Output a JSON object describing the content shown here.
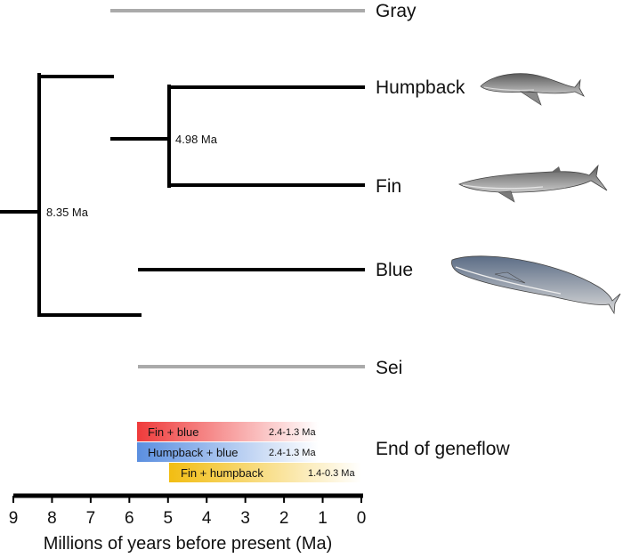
{
  "tree": {
    "species": [
      {
        "id": "gray",
        "label": "Gray",
        "color": "#aaaaaa"
      },
      {
        "id": "humpback",
        "label": "Humpback",
        "color": "#000000"
      },
      {
        "id": "fin",
        "label": "Fin",
        "color": "#000000"
      },
      {
        "id": "blue",
        "label": "Blue",
        "color": "#000000"
      },
      {
        "id": "sei",
        "label": "Sei",
        "color": "#aaaaaa"
      }
    ],
    "nodes": {
      "root": {
        "age_ma": 8.35,
        "label": "8.35 Ma"
      },
      "gray_hf": {
        "age_ma": 6.5
      },
      "humpback_fin": {
        "age_ma": 4.98,
        "label": "4.98 Ma"
      },
      "blue_sei": {
        "age_ma": 5.7
      }
    }
  },
  "geneflow": {
    "title": "End of geneflow",
    "bars": [
      {
        "label": "Fin + blue",
        "range": "2.4-1.3 Ma",
        "color": "#ef4444"
      },
      {
        "label": "Humpback + blue",
        "range": "2.4-1.3 Ma",
        "color": "#5b8fd9"
      },
      {
        "label": "Fin + humpback",
        "range": "1.4-0.3 Ma",
        "color": "#f2c21b"
      }
    ]
  },
  "axis": {
    "title": "Millions of years before present (Ma)",
    "ticks": [
      "9",
      "8",
      "7",
      "6",
      "5",
      "4",
      "3",
      "2",
      "1",
      "0"
    ]
  },
  "whales": [
    {
      "name": "humpback-whale",
      "species": "humpback"
    },
    {
      "name": "fin-whale",
      "species": "fin"
    },
    {
      "name": "blue-whale",
      "species": "blue"
    }
  ]
}
